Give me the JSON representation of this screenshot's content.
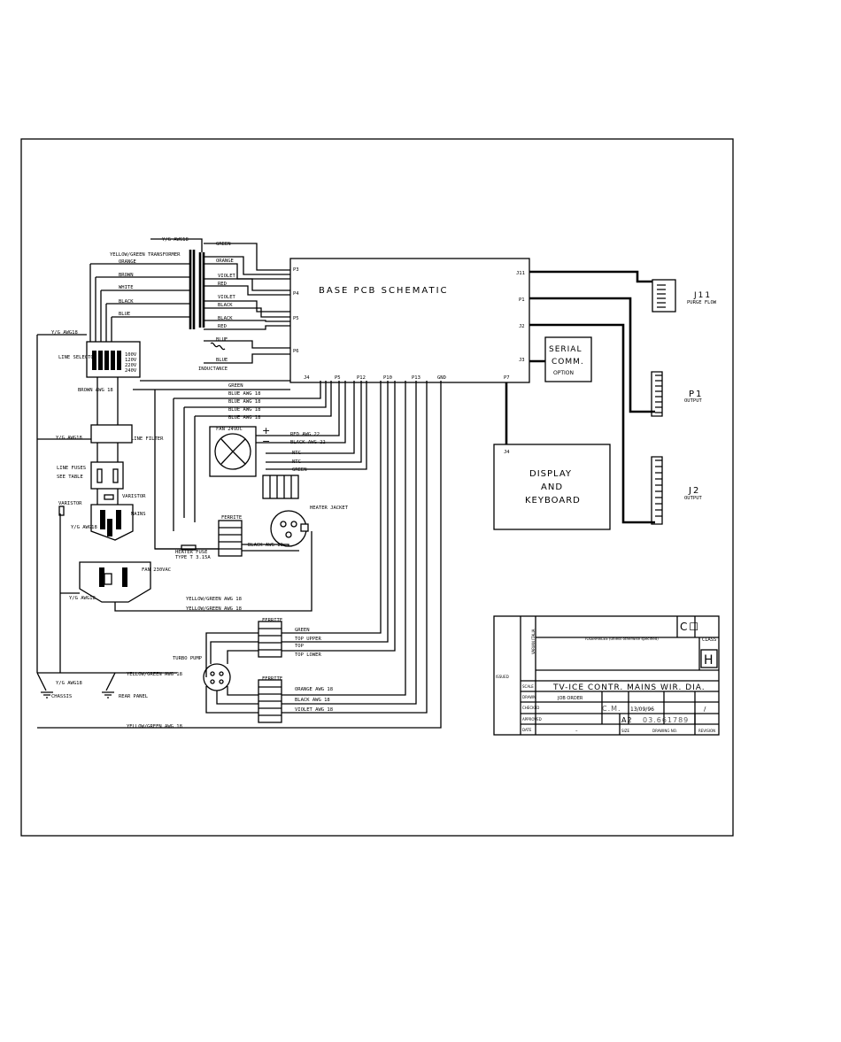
{
  "schematic": {
    "base_pcb_title": "BASE PCB SCHEMATIC",
    "serial_box": [
      "SERIAL",
      "COMM.",
      "OPTION"
    ],
    "display_box": [
      "DISPLAY",
      "AND",
      "KEYBOARD"
    ],
    "connectors": {
      "j11": "J11",
      "j11_sub": "PURGE FLOW",
      "p1": "P1",
      "p1_sub": "OUTPUT",
      "j2": "J2",
      "j2_sub": "OUTPUT"
    },
    "pcb_pins": {
      "left": [
        "P3",
        "P4",
        "P5",
        "P6"
      ],
      "right": [
        "J11",
        "P1",
        "J2",
        "J3"
      ],
      "bottom": [
        "J4",
        "P5",
        "P12",
        "P10",
        "P13",
        "GND",
        "P7"
      ],
      "inner_j4": "J4"
    },
    "labels": {
      "transformer": "YELLOW/GREEN TRANSFORMER",
      "orange": "ORANGE",
      "brown": "BROWN",
      "white": "WHITE",
      "black": "BLACK",
      "blue": "BLUE",
      "green": "GREEN",
      "violet": "VIOLET",
      "red": "RED",
      "inductance": "INDUCTANCE",
      "line_selector": "LINE SELECTOR",
      "line_filter": "LINE FILTER",
      "line_fuses": "LINE FUSES",
      "see_table": "SEE TABLE",
      "varistor_1": "VARISTOR",
      "varistor_2": "VARISTOR",
      "mains": "MAINS",
      "fan": "FAN 24VDC",
      "fan_supply": "FAN 230VAC",
      "heater_fuse": "HEATER FUSE",
      "heater_fuse_type": "TYPE T 3.15A",
      "heater_jacket": "HEATER JACKET",
      "turbo_pump": "TURBO PUMP",
      "ferrite_1": "FERRITE",
      "ferrite_2": "FERRITE",
      "ferrite_3": "FERRITE",
      "chassis": "CHASSIS",
      "rear_panel": "REAR PANEL",
      "yg_awg18": "Y/G AWG18",
      "yellow_green_awg18": "YELLOW/GREEN AWG 18",
      "brown_awg18": "BROWN AWG 18",
      "blue_awg18": "BLUE AWG 18",
      "black_awg18": "BLACK AWG 18",
      "red_awg22": "RED AWG 22",
      "black_awg22": "BLACK AWG 22",
      "ntc": "NTC",
      "top": "TOP",
      "top_upper": "TOP UPPER",
      "top_lower": "TOP LOWER",
      "orange_awg18": "ORANGE AWG 18",
      "black_awg18b": "BLACK AWG 18",
      "violet_awg18": "VIOLET AWG 18",
      "voltages": [
        "100V",
        "120V",
        "220V",
        "240V"
      ]
    }
  },
  "title_block": {
    "logo": "C☐",
    "tolerances": "TOLERANCES (unless otherwise specified)",
    "class_label": "CLASS",
    "class_value": "H",
    "title": "TV-ICE CONTR. MAINS WIR. DIA.",
    "drawn_by_label": "JOB ORDER",
    "drawn_initials": "C.M.",
    "date": "13/09/96",
    "scale": "/",
    "size": "A2",
    "drawing_no": "03.661789",
    "sheet_no": "–",
    "left_headers": [
      "VARIAN ITALIA"
    ],
    "row_labels": [
      "ISSUED",
      "SCALE",
      "DRAWN",
      "CHECKED",
      "APPROVED",
      "DATE"
    ],
    "row_heads": [
      "DRAWING NO.",
      "REVISION",
      "SIZE"
    ]
  }
}
